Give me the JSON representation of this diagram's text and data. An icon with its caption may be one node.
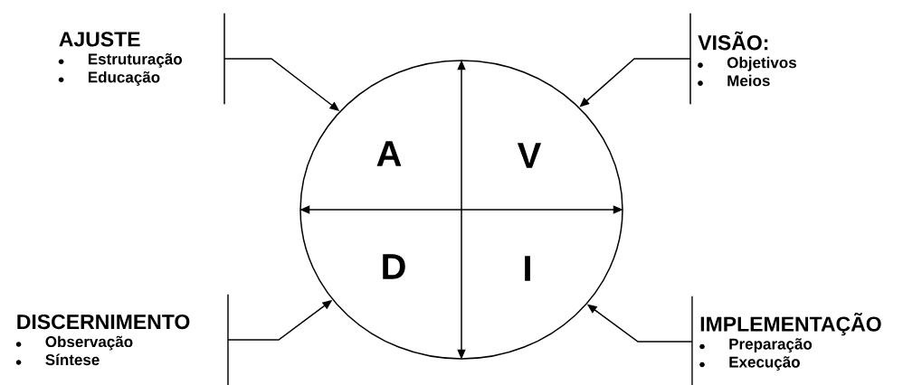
{
  "diagram": {
    "nodes": [
      {
        "text": [
          "AJUSTE",
          "Estruturação",
          "Educação"
        ]
      },
      {
        "text": [
          "VISÃO:",
          "Objetivos",
          "Meios"
        ]
      },
      {
        "text": [
          "A",
          "V",
          "D",
          "I"
        ]
      },
      {
        "text": [
          "DISCERNIMENTO",
          "Observação",
          "Síntese"
        ]
      },
      {
        "text": [
          "IMPLEMENTAÇÃO",
          "Preparação",
          "Execução"
        ]
      }
    ],
    "edges": [
      {
        "from": 0,
        "to": 2,
        "arrow": "to"
      },
      {
        "from": 1,
        "to": 2,
        "arrow": "to"
      },
      {
        "from": 3,
        "to": 2,
        "arrow": "to"
      },
      {
        "from": 4,
        "to": 2,
        "arrow": "to"
      }
    ]
  }
}
